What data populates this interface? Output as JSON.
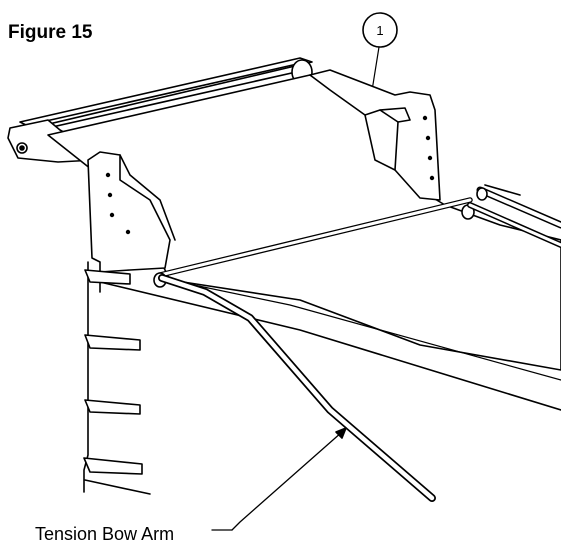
{
  "figure": {
    "title": "Figure 15"
  },
  "callouts": {
    "item_number": "1",
    "tension_bow_arm_label": "Tension Bow Arm"
  },
  "colors": {
    "line": "#000000",
    "background": "#ffffff"
  }
}
